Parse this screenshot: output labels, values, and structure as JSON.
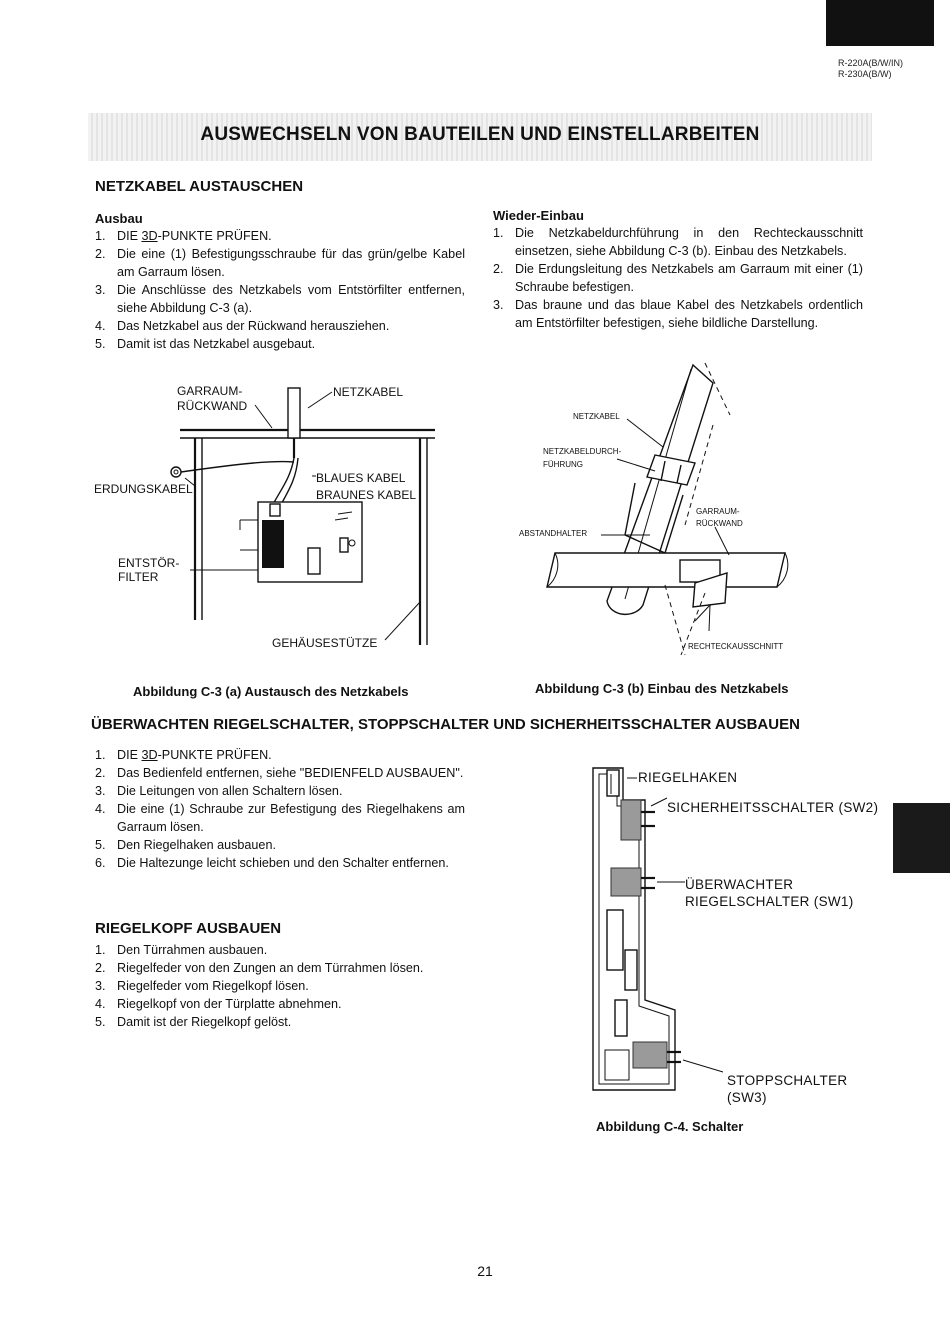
{
  "header": {
    "model_line1": "R-220A(B/W/IN)",
    "model_line2": "R-230A(B/W)"
  },
  "title": "AUSWECHSELN VON BAUTEILEN UND EINSTELLARBEITEN",
  "netzkabel": {
    "heading": "NETZKABEL AUSTAUSCHEN",
    "ausbau": {
      "heading": "Ausbau",
      "steps": [
        {
          "n": "1.",
          "prefix": "DIE ",
          "underlined": "3D",
          "suffix": "-PUNKTE PRÜFEN."
        },
        {
          "n": "2.",
          "text": "Die eine (1) Befestigungsschraube für das grün/gelbe Kabel am Garraum lösen."
        },
        {
          "n": "3.",
          "text": "Die Anschlüsse des Netzkabels vom Entstörfilter entfernen, siehe Abbildung C-3 (a)."
        },
        {
          "n": "4.",
          "text": "Das Netzkabel aus der Rückwand herausziehen."
        },
        {
          "n": "5.",
          "text": "Damit ist das Netzkabel ausgebaut."
        }
      ]
    },
    "einbau": {
      "heading": "Wieder-Einbau",
      "steps": [
        {
          "n": "1.",
          "text": "Die Netzkabeldurchführung in den Rechteckausschnitt einsetzen, siehe Abbildung C-3 (b). Einbau des Netzkabels."
        },
        {
          "n": "2.",
          "text": "Die Erdungsleitung des Netzkabels am Garraum mit einer (1) Schraube befestigen."
        },
        {
          "n": "3.",
          "text": "Das braune und das blaue Kabel des Netzkabels ordentlich am Entstörfilter befestigen, siehe bildliche Darstellung."
        }
      ]
    },
    "figure_a": {
      "labels": {
        "garraum": "GARRAUM-",
        "rueckwand": "RÜCKWAND",
        "netzkabel": "NETZKABEL",
        "erdungskabel": "ERDUNGSKABEL",
        "blaues": "BLAUES KABEL",
        "braunes": "BRAUNES KABEL",
        "entstoer": "ENTSTÖR-",
        "filter": "FILTER",
        "gehaeuse": "GEHÄUSESTÜTZE"
      },
      "caption": "Abbildung C-3 (a) Austausch des Netzkabels"
    },
    "figure_b": {
      "labels": {
        "netzkabel": "NETZKABEL",
        "durchf1": "NETZKABELDURCH-",
        "durchf2": "FÜHRUNG",
        "abstand": "ABSTANDHALTER",
        "garraum": "GARRAUM-",
        "rueckwand": "RÜCKWAND",
        "rechteck": "RECHTECKAUSSCHNITT"
      },
      "caption": "Abbildung C-3 (b) Einbau des Netzkabels"
    }
  },
  "schalter": {
    "heading": "ÜBERWACHTEN RIEGELSCHALTER, STOPPSCHALTER UND SICHERHEITSSCHALTER AUSBAUEN",
    "steps": [
      {
        "n": "1.",
        "prefix": "DIE ",
        "underlined": "3D",
        "suffix": "-PUNKTE PRÜFEN."
      },
      {
        "n": "2.",
        "text": "Das Bedienfeld entfernen, siehe \"BEDIENFELD AUSBAUEN\"."
      },
      {
        "n": "3.",
        "text": "Die Leitungen von allen Schaltern lösen."
      },
      {
        "n": "4.",
        "text": "Die eine (1) Schraube zur Befestigung des Riegelhakens am Garraum lösen."
      },
      {
        "n": "5.",
        "text": "Den Riegelhaken ausbauen."
      },
      {
        "n": "6.",
        "text": "Die Haltezunge leicht schieben und den Schalter entfernen."
      }
    ],
    "figure": {
      "labels": {
        "riegelhaken": "RIEGELHAKEN",
        "sicherheit": "SICHERHEITSSCHALTER (SW2)",
        "ueberwacht1": "ÜBERWACHTER",
        "ueberwacht2": "RIEGELSCHALTER (SW1)",
        "stopp1": "STOPPSCHALTER",
        "stopp2": "(SW3)"
      },
      "caption": "Abbildung C-4. Schalter"
    }
  },
  "riegelkopf": {
    "heading": "RIEGELKOPF AUSBAUEN",
    "steps": [
      {
        "n": "1.",
        "text": "Den Türrahmen ausbauen."
      },
      {
        "n": "2.",
        "text": "Riegelfeder von den Zungen an dem Türrahmen lösen."
      },
      {
        "n": "3.",
        "text": "Riegelfeder vom Riegelkopf lösen."
      },
      {
        "n": "4.",
        "text": "Riegelkopf von der Türplatte abnehmen."
      },
      {
        "n": "5.",
        "text": "Damit ist der Riegelkopf gelöst."
      }
    ]
  },
  "page_number": "21"
}
